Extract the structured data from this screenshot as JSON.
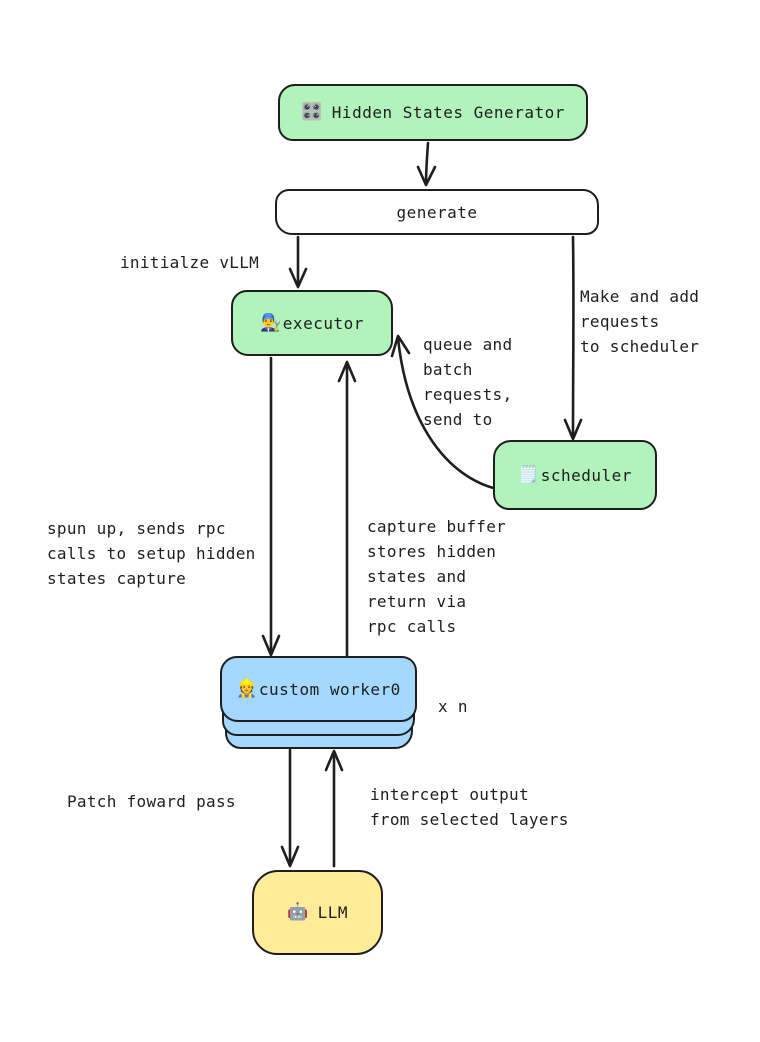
{
  "canvas": {
    "background": "#ffffff",
    "stroke_color": "#1e1e1e"
  },
  "nodes": {
    "hidden_states_generator": {
      "icon": "🎛️",
      "label": "Hidden States Generator",
      "fill": "#b2f2bb"
    },
    "generate": {
      "label": "generate",
      "fill": "#ffffff"
    },
    "executor": {
      "icon": "👨‍🔧",
      "label": "executor",
      "fill": "#b2f2bb"
    },
    "scheduler": {
      "icon": "🗒️",
      "label": "scheduler",
      "fill": "#b2f2bb"
    },
    "custom_worker": {
      "icon": "👷",
      "label": "custom worker0",
      "fill": "#a5d8ff",
      "multiplier": "x n"
    },
    "llm": {
      "icon": "🤖",
      "label": "LLM",
      "fill": "#ffec99"
    }
  },
  "edge_labels": {
    "initialize_vllm": "initialze vLLM",
    "make_requests": "Make and add\nrequests\nto scheduler",
    "queue_batch": "queue and\nbatch\nrequests,\nsend to",
    "spun_up": "spun up, sends rpc\ncalls to setup hidden\nstates capture",
    "capture_buffer": "capture buffer\nstores hidden\nstates and\nreturn via\nrpc calls",
    "patch_forward": "Patch foward pass",
    "intercept_output": "intercept output\nfrom selected layers"
  }
}
